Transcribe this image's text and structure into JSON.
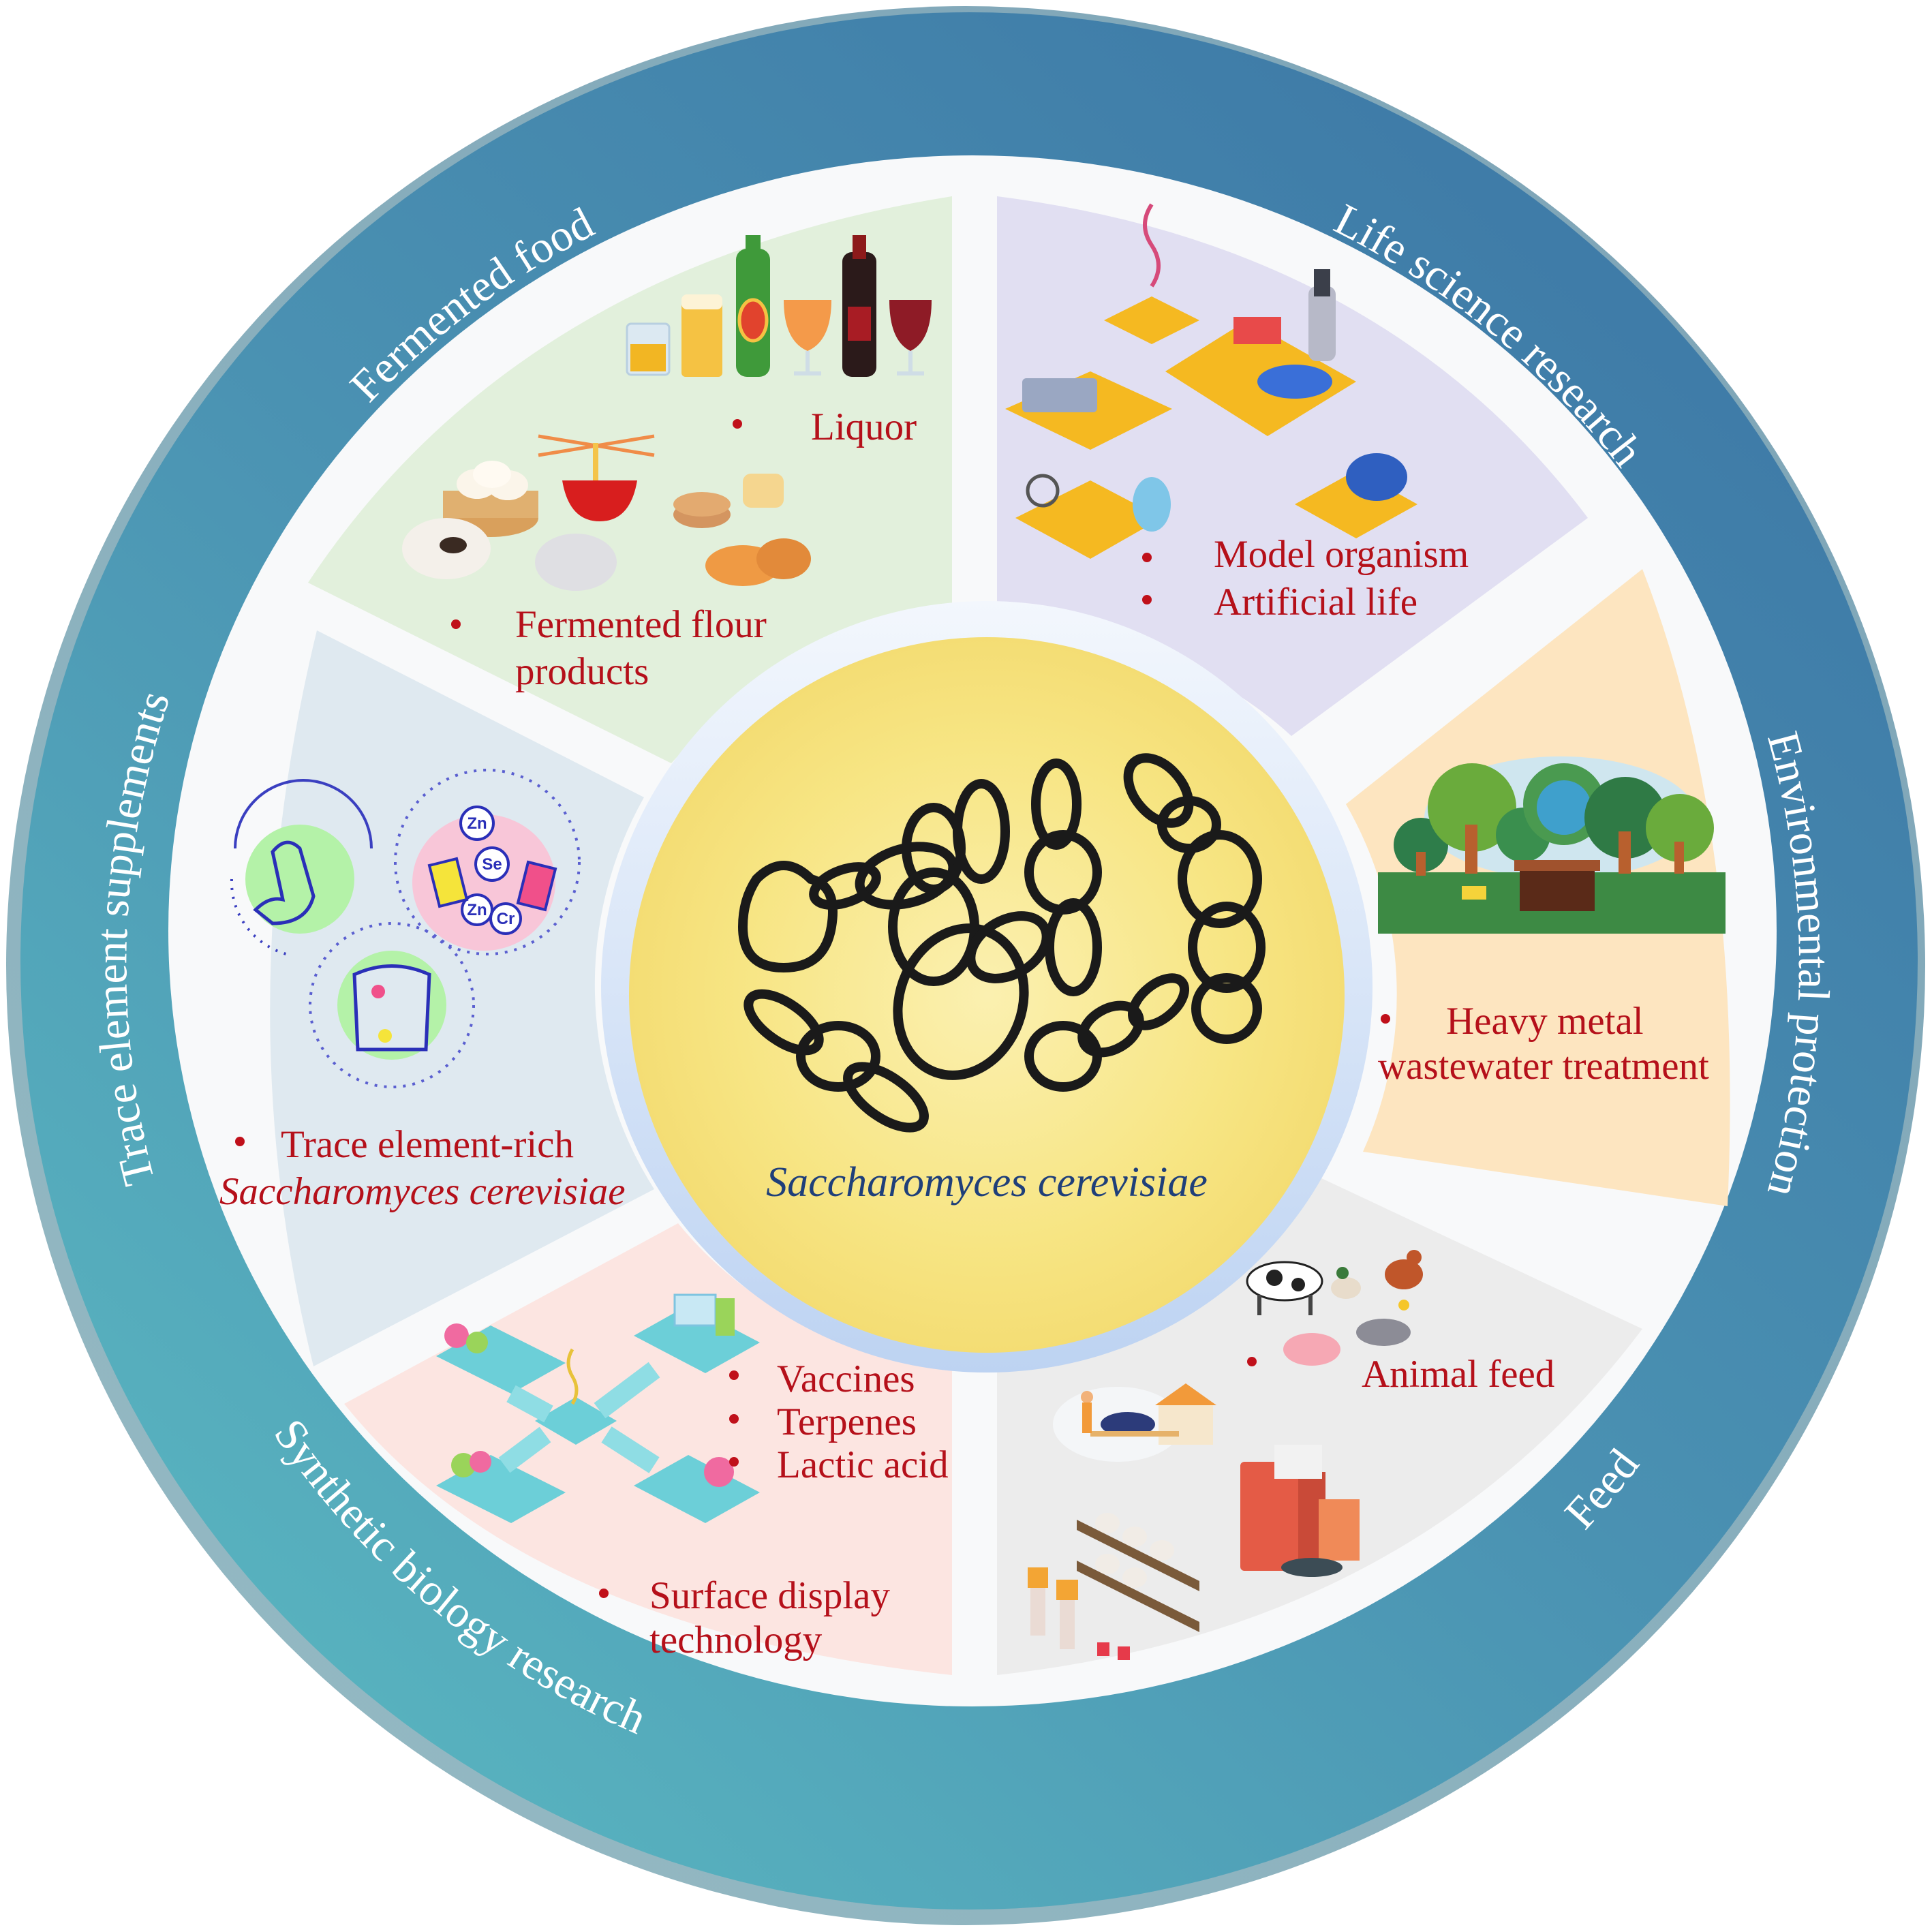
{
  "figure": {
    "center": {
      "title": "Saccharomyces cerevisiae",
      "icon": "yeast-cells-illustration"
    },
    "ring_labels": [
      {
        "id": "fermented_food",
        "text": "Fermented food"
      },
      {
        "id": "life_science",
        "text": "Life science research"
      },
      {
        "id": "environmental",
        "text": "Environmental protection"
      },
      {
        "id": "feed",
        "text": "Feed"
      },
      {
        "id": "synthetic_biology",
        "text": "Synthetic biology research"
      },
      {
        "id": "trace_element",
        "text": "Trace element supplements"
      }
    ],
    "sectors": {
      "fermented_food": {
        "items": [
          "Liquor",
          "Fermented flour",
          "products"
        ],
        "icons": [
          "liquor-bottles-icon",
          "flour-food-icon"
        ]
      },
      "life_science": {
        "items": [
          "Model organism",
          "Artificial life"
        ],
        "icons": [
          "laboratory-isometric-icon"
        ]
      },
      "environmental": {
        "items": [
          "Heavy metal",
          "wastewater treatment"
        ],
        "icons": [
          "planting-trees-icon"
        ]
      },
      "feed": {
        "items": [
          "Animal feed"
        ],
        "icons": [
          "farm-animals-icon",
          "feed-bags-icon"
        ]
      },
      "synthetic_biology": {
        "items": [
          "Vaccines",
          "Terpenes",
          "Lactic acid",
          "Surface display",
          "technology"
        ],
        "icons": [
          "synthetic-lab-isometric-icon"
        ]
      },
      "trace_element": {
        "items": [
          "Trace element-rich",
          "Saccharomyces cerevisiae"
        ],
        "icons": [
          "muscle-icon",
          "minerals-capsule-icon",
          "torso-icon"
        ],
        "elements": [
          "Zn",
          "Se",
          "Zn",
          "Cr"
        ]
      }
    },
    "colors": {
      "ring_top": "#3f7ea9",
      "ring_bottom": "#56b0be",
      "ring_rim": "#8cb3c0",
      "fermented_food": "#e2f0dc",
      "life_science": "#e1dff2",
      "environmental": "#fde5c0",
      "feed": "#ececec",
      "synthetic_biology": "#fce5e1",
      "trace_element": "#dfe9f0",
      "text_red": "#b5101a",
      "center_yellow": "#f6e27c",
      "center_title": "#1f3f7a"
    }
  }
}
